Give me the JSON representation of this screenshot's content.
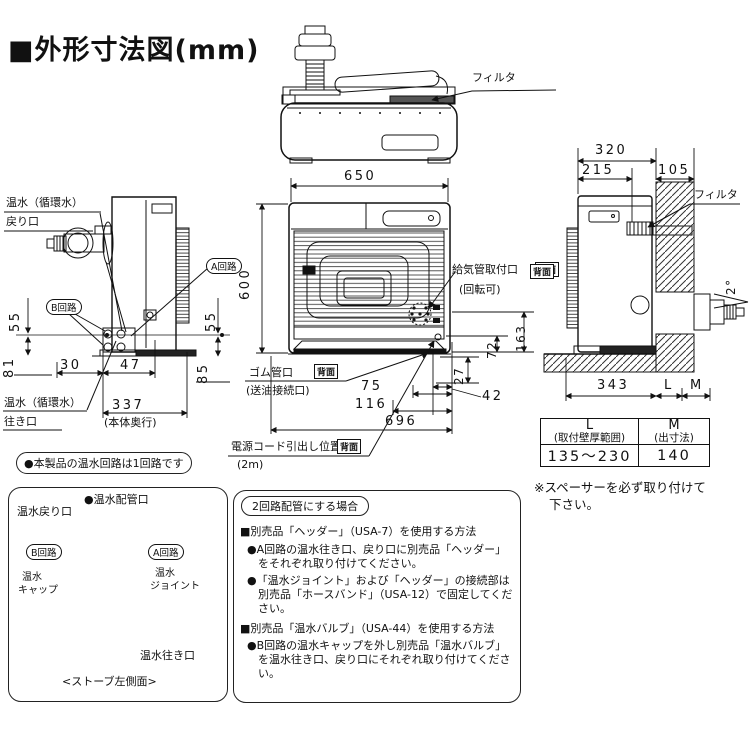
{
  "title": "■外形寸法図(mm)",
  "top_view": {
    "filter_label": "フィルタ"
  },
  "left_view": {
    "return_line1": "温水（循環水）",
    "return_line2": "戻り口",
    "supply_line1": "温水（循環水）",
    "supply_line2": "往き口",
    "circuit_a": "A回路",
    "circuit_b": "B回路",
    "dims": {
      "d55_left": "55",
      "d55_right": "55",
      "d81": "81",
      "d30": "30",
      "d47": "47",
      "d85": "85",
      "d337": "337",
      "depth_note": "(本体奥行)"
    }
  },
  "front_view": {
    "dims": {
      "w650": "650",
      "h600": "600",
      "d163": "163",
      "d72": "72",
      "d27": "27",
      "d42": "42",
      "d75": "75",
      "d116": "116",
      "d696": "696"
    },
    "air_inlet_label": "給気管取付口",
    "air_inlet_badge": "背面",
    "air_inlet_note": "(回転可)",
    "rubber_label": "ゴム管口",
    "rubber_badge": "背面",
    "rubber_note": "(送油接続口)",
    "cord_label": "電源コード引出し位置",
    "cord_badge": "背面",
    "cord_note": "(2m)"
  },
  "right_view": {
    "dims": {
      "d320": "320",
      "d215": "215",
      "d105": "105",
      "d343": "343",
      "L": "L",
      "M": "M",
      "angle": "2°"
    },
    "filter_label": "フィルタ",
    "back_badge": "背面"
  },
  "spec_table": {
    "col1_header": "L",
    "col1_sub": "(取付壁厚範囲)",
    "col2_header": "M",
    "col2_sub": "(出寸法)",
    "col1_value": "135～230",
    "col2_value": "140",
    "note_line1": "※スペーサーを必ず取り付けて",
    "note_line2": "下さい。"
  },
  "left_panel": {
    "badge": "●本製品の温水回路は1回路です",
    "pipe_port": "●温水配管口",
    "return_port": "温水戻り口",
    "circuit_b": "B回路",
    "circuit_a": "A回路",
    "cap_line1": "温水",
    "cap_line2": "キャップ",
    "joint_line1": "温水",
    "joint_line2": "ジョイント",
    "supply_port": "温水往き口",
    "caption": "<ストーブ左側面>"
  },
  "instructions": {
    "heading": "2回路配管にする場合",
    "items": [
      "■別売品「ヘッダー」（USA-7）を使用する方法",
      "●A回路の温水往き口、戻り口に別売品「ヘッダー」をそれぞれ取り付けてください。",
      "●「温水ジョイント」および「ヘッダー」の接続部は別売品「ホースバンド」（USA-12）で固定してください。",
      "■別売品「温水バルブ」（USA-44）を使用する方法",
      "●B回路の温水キャップを外し別売品「温水バルブ」を温水往き口、戻り口にそれぞれ取り付けてください。"
    ]
  }
}
